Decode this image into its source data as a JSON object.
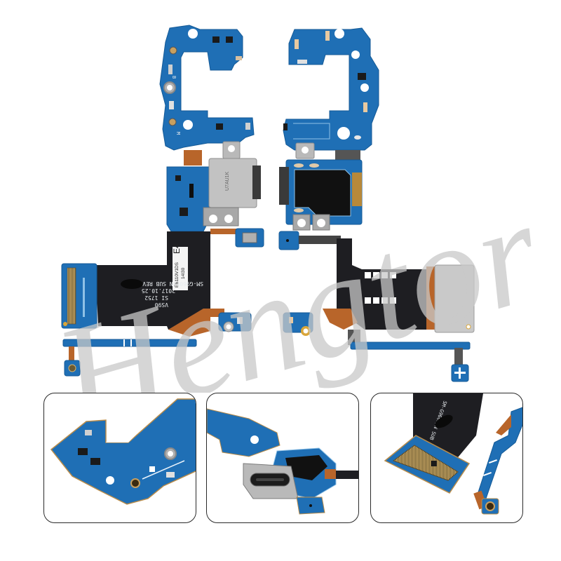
{
  "product": {
    "subject": "Charging port flex board (front and back views)",
    "model_silkscreen": "SM-G960F/N SUB REV0.7B-1",
    "date_silkscreen": "2017.10.25",
    "code_silkscreen_1": "SI 1752",
    "code_silkscreen_2": "VS90",
    "label_sticker_line1": "EB110V1DS",
    "label_sticker_line2": "14I30",
    "label_sticker_corner": "E4",
    "usb_port_marking": "U7AU1K",
    "antenna_marks": [
      "B",
      "M"
    ]
  },
  "watermark": {
    "text": "Hengtor"
  },
  "thumbnails": [
    {
      "id": "detail-1",
      "subject": "Upper antenna PCB corner with RF coaxial connector"
    },
    {
      "id": "detail-2",
      "subject": "USB Type-C charging port with bracket"
    },
    {
      "id": "detail-3",
      "subject": "Board-to-board connector and coaxial antenna flex"
    }
  ],
  "colors": {
    "pcb_blue": "#1f6fb5",
    "pcb_blue_dark": "#155a96",
    "pcb_trace_light": "#8fc1e6",
    "flex_black": "#1e1e22",
    "flex_copper": "#b8652a",
    "metal_silver": "#b9b9b9",
    "metal_dark": "#8d8d8d",
    "shield_grey": "#c9c9c9",
    "gold": "#d9a63a",
    "watermark_grey": "#c8c8c8",
    "thumb_border": "#2a2a2a"
  }
}
